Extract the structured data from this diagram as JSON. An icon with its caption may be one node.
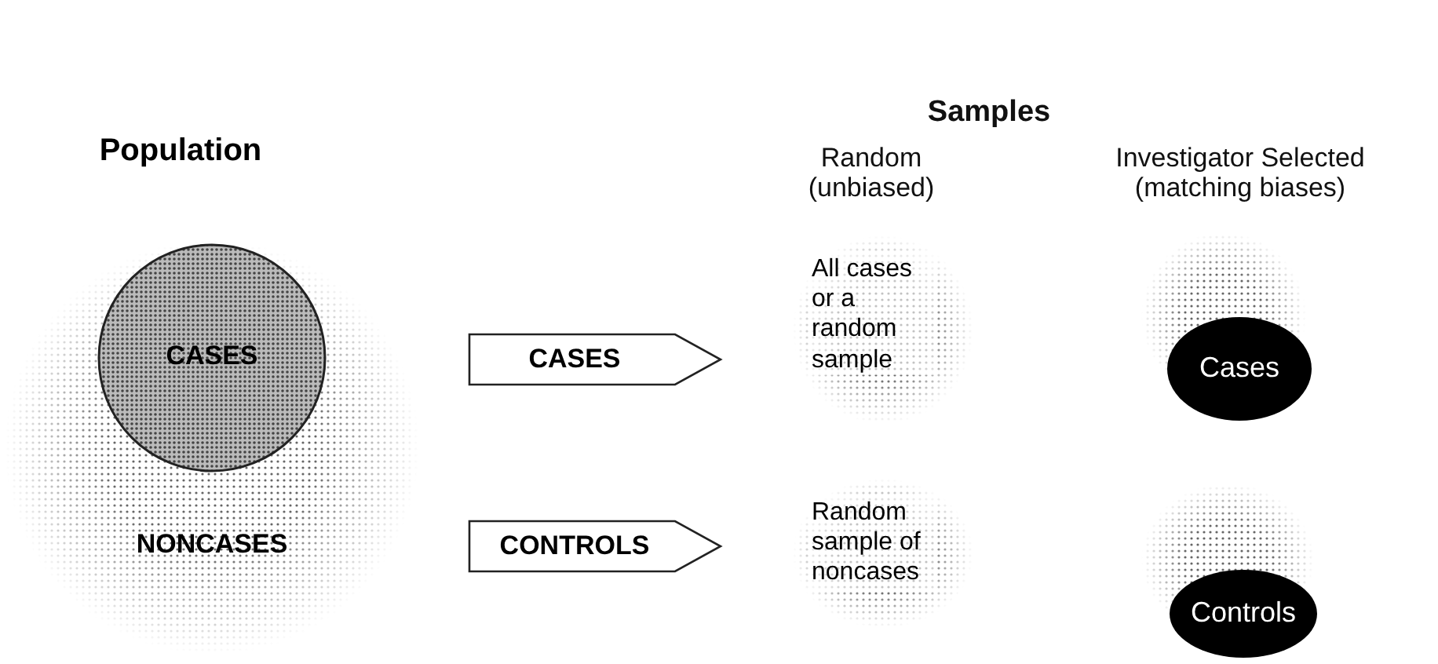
{
  "diagram": {
    "nodes": [
      {
        "text": [
          "Population",
          "NONCASES"
        ]
      },
      {
        "text": [
          "CASES"
        ],
        "in": 0
      },
      {
        "text": [
          "CASES"
        ]
      },
      {
        "text": [
          "CONTROLS"
        ]
      },
      {
        "text": [
          "All cases or a random sample"
        ]
      },
      {
        "text": [
          "Random sample of noncases"
        ]
      },
      {
        "text": [
          "Cases"
        ]
      },
      {
        "text": [
          "Controls"
        ]
      }
    ],
    "labels": [
      "Samples",
      "Random (unbiased)",
      "Investigator Selected (matching biases)"
    ]
  }
}
